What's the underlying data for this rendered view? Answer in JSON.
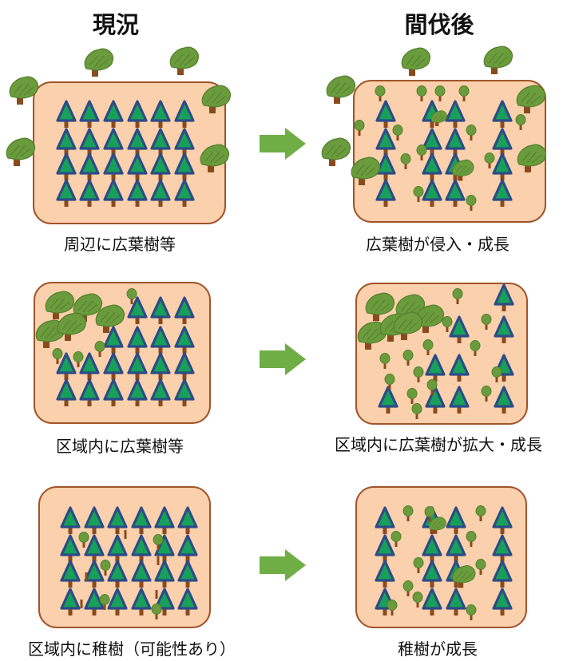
{
  "headers": {
    "current": "現況",
    "after_thinning": "間伐後"
  },
  "captions": {
    "row1_left": "周辺に広葉樹等",
    "row1_right": "広葉樹が侵入・成長",
    "row2_left": "区域内に広葉樹等",
    "row2_right": "区域内に広葉樹が拡大・成長",
    "row3_left": "区域内に稚樹（可能性あり）",
    "row3_right": "稚樹が成長"
  },
  "colors": {
    "stand_fill": "#fbd0ad",
    "stand_border": "#a0542a",
    "conifer_fill": "#18a05a",
    "conifer_outline": "#2d4b86",
    "trunk": "#8b4a1c",
    "broadleaf": "#6a9b3c",
    "broadleaf_dark": "#557f2e",
    "arrow": "#6fae45"
  }
}
